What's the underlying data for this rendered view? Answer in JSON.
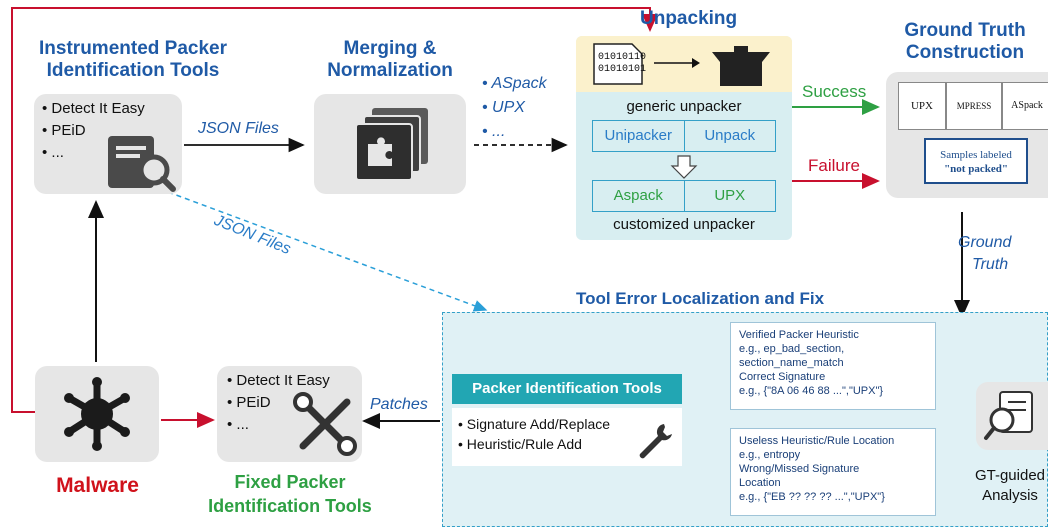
{
  "instrumented": {
    "title_line1": "Instrumented Packer",
    "title_line2": "Identification Tools",
    "items": [
      "Detect It Easy",
      "PEiD",
      "..."
    ]
  },
  "merging": {
    "title_line1": "Merging &",
    "title_line2": "Normalization"
  },
  "packer_list": [
    "ASpack",
    "UPX",
    "..."
  ],
  "json_files_label": "JSON Files",
  "json_files_diag_label": "JSON Files",
  "unpacking": {
    "title": "Unpacking",
    "binary_line1": "01010110",
    "binary_line2": "01010101",
    "generic_label": "generic unpacker",
    "generic_cells": [
      "Unipacker",
      "Unpack"
    ],
    "custom_cells": [
      "Aspack",
      "UPX"
    ],
    "custom_label": "customized unpacker"
  },
  "success_label": "Success",
  "failure_label": "Failure",
  "ground_truth": {
    "title_line1": "Ground Truth",
    "title_line2": "Construction",
    "papers": [
      "UPX",
      "MPRESS",
      "ASpack"
    ],
    "not_packed_line1": "Samples labeled",
    "not_packed_line2": "\"not packed\""
  },
  "ground_truth_edge": {
    "line1": "Ground",
    "line2": "Truth"
  },
  "fix_section": {
    "title": "Tool Error Localization and Fix",
    "tools_header": "Packer Identification Tools",
    "tools_items": [
      "Signature Add/Replace",
      "Heuristic/Rule Add"
    ],
    "note_top": [
      "Verified Packer Heuristic",
      "e.g., ep_bad_section,",
      "section_name_match",
      "Correct Signature",
      "e.g., {\"8A 06 46 88 ...\",\"UPX\"}"
    ],
    "note_bottom": [
      "Useless Heuristic/Rule Location",
      "e.g., entropy",
      "Wrong/Missed Signature",
      "Location",
      "e.g., {\"EB ?? ?? ?? ...\",\"UPX\"}"
    ],
    "analysis_line1": "GT-guided",
    "analysis_line2": "Analysis"
  },
  "patches_label": "Patches",
  "malware_label": "Malware",
  "fixed": {
    "items": [
      "Detect It Easy",
      "PEiD",
      "..."
    ],
    "title_line1": "Fixed Packer",
    "title_line2": "Identification Tools"
  },
  "colors": {
    "blue_title": "#1f5aa6",
    "green": "#2ea043",
    "red": "#d0121b",
    "teal": "#34a0c8"
  }
}
